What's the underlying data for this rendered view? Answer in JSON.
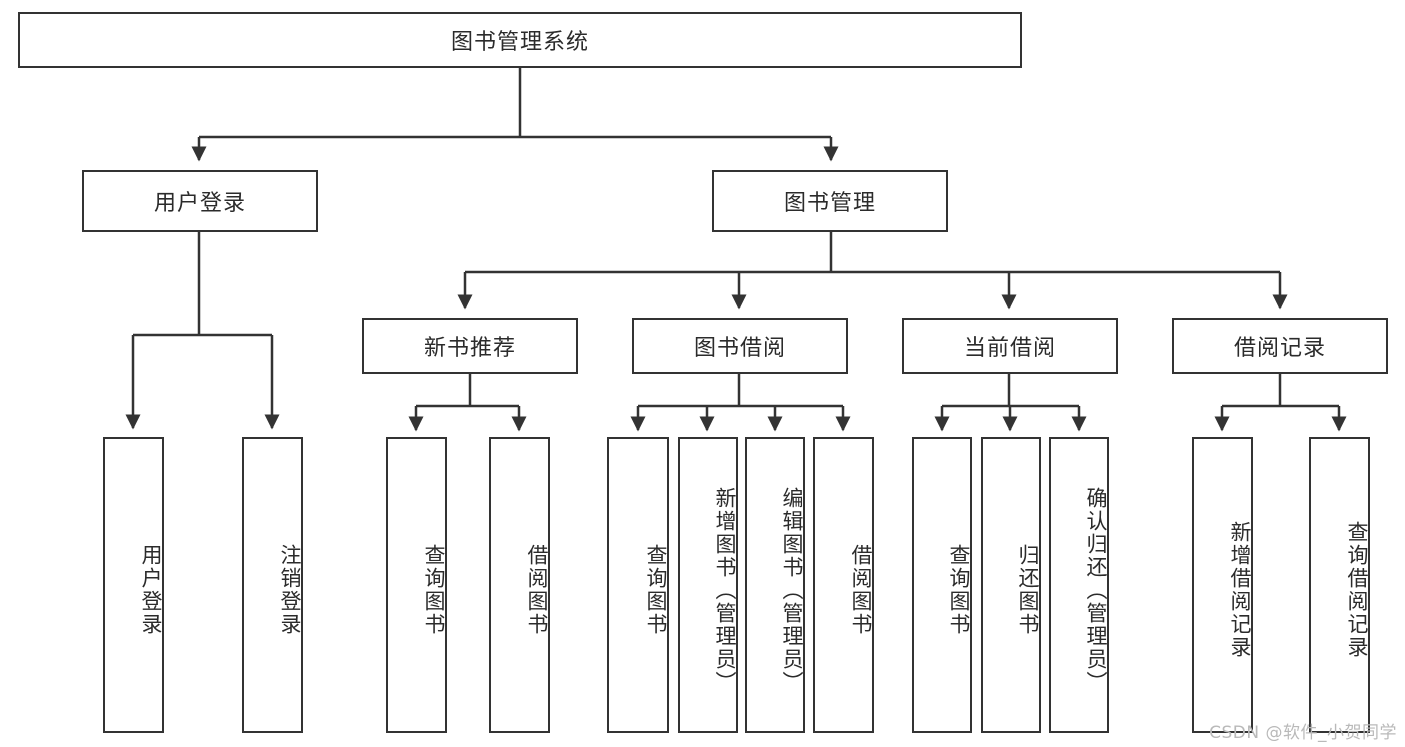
{
  "diagram": {
    "title": "图书管理系统",
    "type": "hierarchy-tree",
    "orientation": "top-down",
    "colors": {
      "background": "#ffffff",
      "border": "#333333",
      "text": "#2b2b2b",
      "watermark": "#b9b9b9"
    },
    "levels": {
      "root": {
        "label": "图书管理系统"
      },
      "level2": [
        {
          "id": "user-login",
          "label": "用户登录"
        },
        {
          "id": "book-management",
          "label": "图书管理"
        }
      ],
      "level3": [
        {
          "id": "new-book-recommend",
          "label": "新书推荐"
        },
        {
          "id": "book-borrow",
          "label": "图书借阅"
        },
        {
          "id": "current-borrow",
          "label": "当前借阅"
        },
        {
          "id": "borrow-record",
          "label": "借阅记录"
        }
      ],
      "leaves": {
        "user_login": [
          {
            "id": "leaf-user-login",
            "label": "用户登录"
          },
          {
            "id": "leaf-logout-login",
            "label": "注销登录"
          }
        ],
        "new_book_recommend": [
          {
            "id": "leaf-query-book-1",
            "label": "查询图书"
          },
          {
            "id": "leaf-borrow-book-1",
            "label": "借阅图书"
          }
        ],
        "book_borrow": [
          {
            "id": "leaf-query-book-2",
            "label": "查询图书"
          },
          {
            "id": "leaf-add-book-admin",
            "label": "新增图书（管理员）"
          },
          {
            "id": "leaf-edit-book-admin",
            "label": "编辑图书（管理员）"
          },
          {
            "id": "leaf-borrow-book-2",
            "label": "借阅图书"
          }
        ],
        "current_borrow": [
          {
            "id": "leaf-query-book-3",
            "label": "查询图书"
          },
          {
            "id": "leaf-return-book",
            "label": "归还图书"
          },
          {
            "id": "leaf-confirm-return-admin",
            "label": "确认归还（管理员）"
          }
        ],
        "borrow_record": [
          {
            "id": "leaf-add-borrow-record",
            "label": "新增借阅记录"
          },
          {
            "id": "leaf-query-borrow-record",
            "label": "查询借阅记录"
          }
        ]
      }
    },
    "watermark": "CSDN @软件_小贺同学"
  }
}
